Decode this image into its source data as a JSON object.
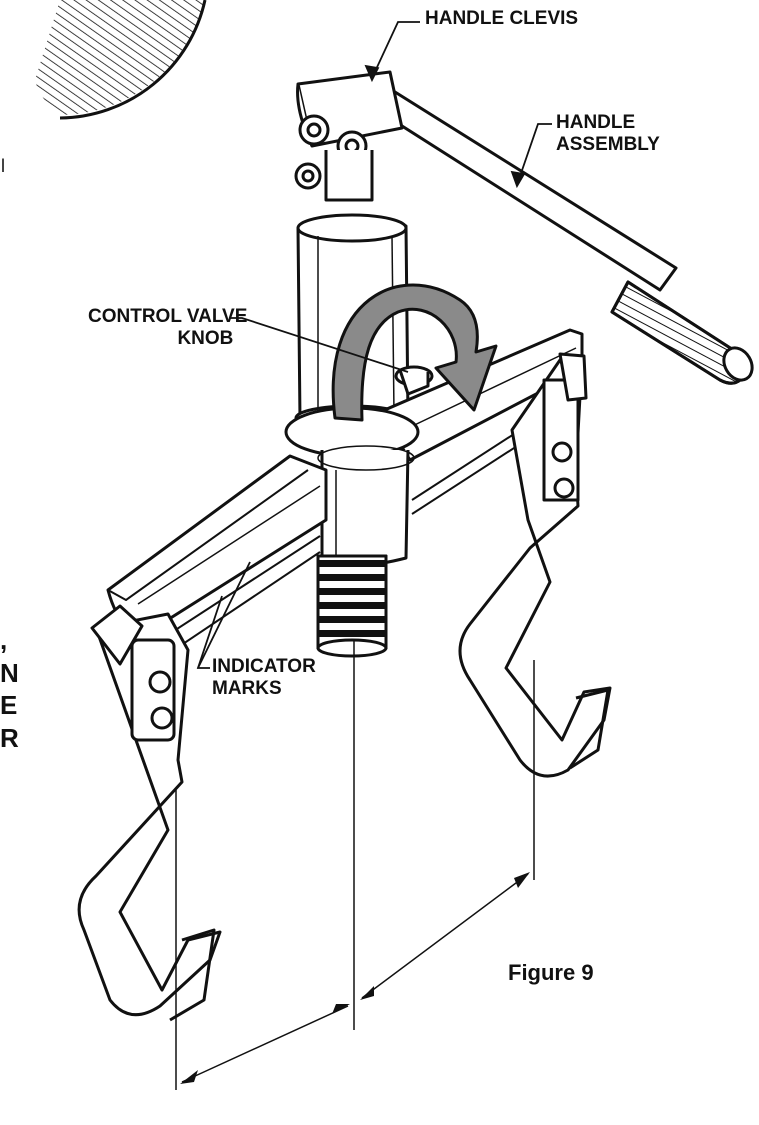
{
  "labels": {
    "handle_clevis": "HANDLE CLEVIS",
    "handle_assembly": [
      "HANDLE",
      "ASSEMBLY"
    ],
    "control_valve_knob": [
      "CONTROL VALVE",
      "KNOB"
    ],
    "indicator_marks": [
      "INDICATOR",
      "MARKS"
    ]
  },
  "figure_caption": "Figure 9",
  "cutoff_text": {
    "body_fragment": "l",
    "bold_fragments": [
      ",",
      "N",
      "E",
      "R"
    ]
  },
  "colors": {
    "ink": "#111111",
    "arrow_fill": "#8a8a8a",
    "paper": "#ffffff"
  }
}
